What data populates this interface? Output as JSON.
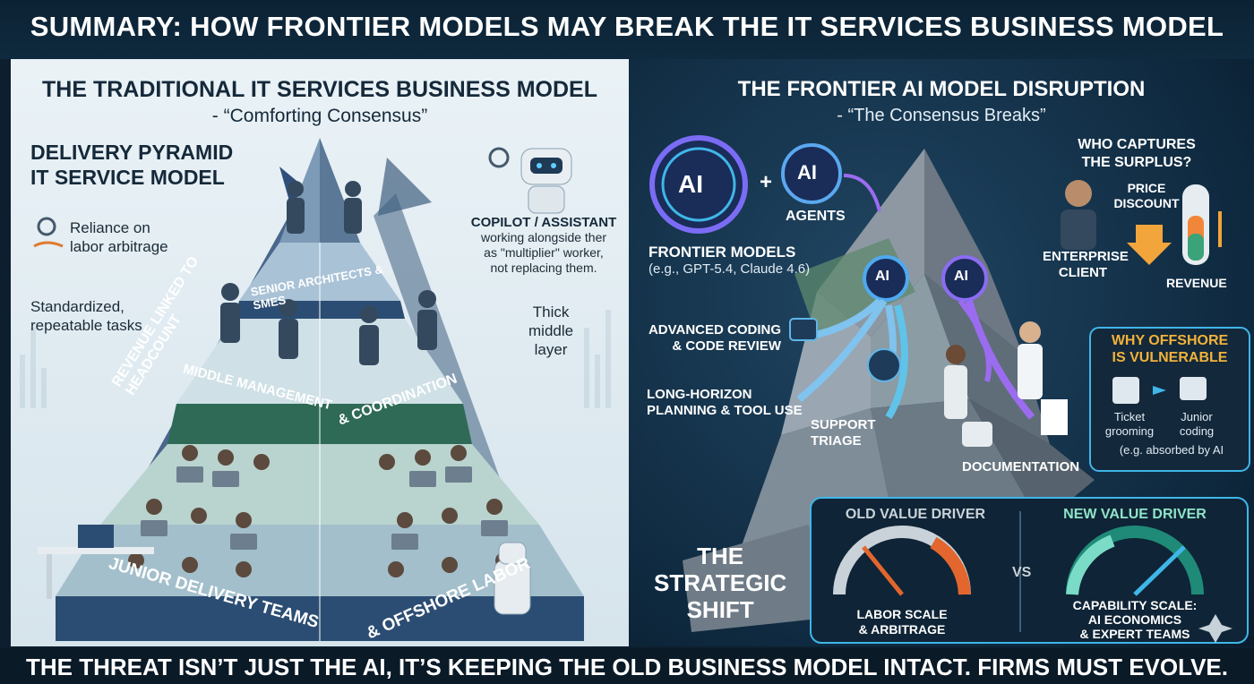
{
  "banner": {
    "title": "SUMMARY: HOW FRONTIER MODELS MAY BREAK THE IT SERVICES BUSINESS MODEL"
  },
  "left": {
    "title": "THE TRADITIONAL IT SERVICES BUSINESS MODEL",
    "subtitle": "- “Comforting Consensus”",
    "pyramid_title_line1": "DELIVERY PYRAMID",
    "pyramid_title_line2": "IT SERVICE MODEL",
    "note_labor_line1": "Reliance on",
    "note_labor_line2": "labor arbitrage",
    "note_tasks_line1": "Standardized,",
    "note_tasks_line2": "repeatable tasks",
    "arrow_label": "REVENUE LINKED TO HEADCOUNT",
    "copilot_title": "COPILOT / ASSISTANT",
    "copilot_line1": "working alongside ther",
    "copilot_line2": "as \"multiplier\" worker,",
    "copilot_line3": "not replacing them.",
    "thick_line1": "Thick",
    "thick_line2": "middle",
    "thick_line3": "layer",
    "tier_top": "SENIOR ARCHITECTS & SMES",
    "tier_mid_left": "MIDDLE MANAGEMENT",
    "tier_mid_right": "& COORDINATION",
    "tier_bottom_left": "JUNIOR DELIVERY TEAMS",
    "tier_bottom_right": "& OFFSHORE LABOR"
  },
  "right": {
    "title": "THE FRONTIER AI MODEL DISRUPTION",
    "subtitle": "- “The Consensus Breaks”",
    "ai_badge": "AI",
    "plus": "+",
    "agents": "AGENTS",
    "frontier_models": "FRONTIER MODELS",
    "frontier_examples": "(e.g., GPT-5.4, Claude 4.6)",
    "coding_line1": "ADVANCED CODING",
    "coding_line2": "& CODE REVIEW",
    "planning_line1": "LONG-HORIZON",
    "planning_line2": "PLANNING & TOOL USE",
    "support_line1": "SUPPORT",
    "support_line2": "TRIAGE",
    "documentation": "DOCUMENTATION",
    "surplus_line1": "WHO CAPTURES",
    "surplus_line2": "THE SURPLUS?",
    "price_line1": "PRICE",
    "price_line2": "DISCOUNT",
    "client_line1": "ENTERPRISE",
    "client_line2": "CLIENT",
    "revenue": "REVENUE",
    "offshore_line1": "WHY OFFSHORE",
    "offshore_line2": "IS VULNERABLE",
    "ticket_line1": "Ticket",
    "ticket_line2": "grooming",
    "junior_line1": "Junior",
    "junior_line2": "coding",
    "absorbed": "(e.g. absorbed by AI",
    "shift_line1": "THE",
    "shift_line2": "STRATEGIC",
    "shift_line3": "SHIFT",
    "old_driver": "OLD VALUE DRIVER",
    "new_driver": "NEW VALUE DRIVER",
    "vs": "VS",
    "old_desc_line1": "LABOR SCALE",
    "old_desc_line2": "& ARBITRAGE",
    "new_desc_line1": "CAPABILITY SCALE:",
    "new_desc_line2": "AI ECONOMICS",
    "new_desc_line3": "& EXPERT TEAMS",
    "colors": {
      "accent_blue": "#3fb6e8",
      "accent_purple": "#9b6cf0",
      "warning_orange": "#f2a53a",
      "new_green": "#8fe3c8"
    }
  },
  "footer": {
    "text": "THE THREAT ISN’T JUST THE AI, IT’S KEEPING THE OLD BUSINESS MODEL INTACT. FIRMS MUST EVOLVE."
  }
}
